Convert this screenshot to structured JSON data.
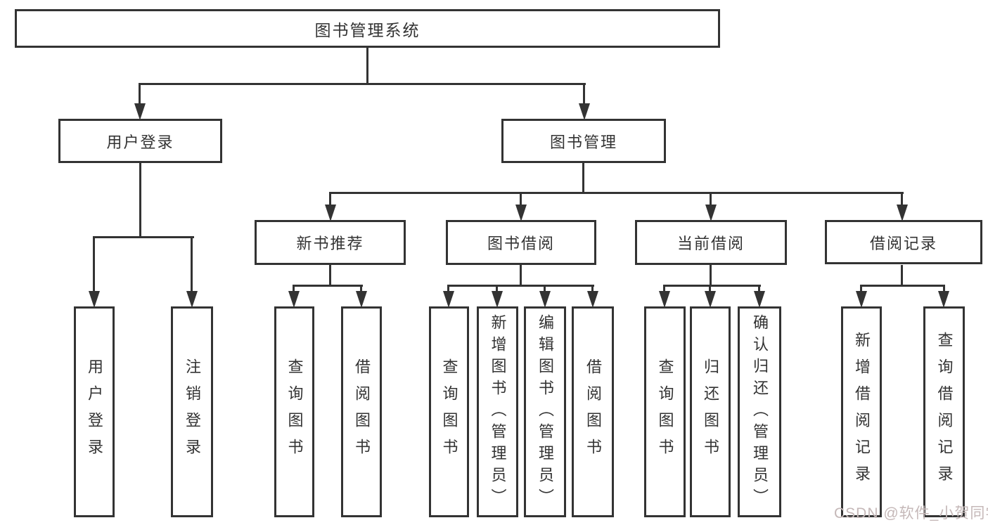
{
  "nodes": {
    "root": "图书管理系统",
    "user_login": "用户登录",
    "book_mgmt": "图书管理",
    "new_book_rec": "新书推荐",
    "book_borrow": "图书借阅",
    "current_borrow": "当前借阅",
    "borrow_records": "借阅记录",
    "leaf_user_login": "用户登录",
    "leaf_logout": "注销登录",
    "rec_query_book": "查询图书",
    "rec_borrow_book": "借阅图书",
    "bb_query_book": "查询图书",
    "bb_add_book": "新增图书（管理员）",
    "bb_edit_book": "编辑图书（管理员）",
    "bb_borrow_book": "借阅图书",
    "cb_query_book": "查询图书",
    "cb_return_book": "归还图书",
    "cb_confirm_return": "确认归还（管理员）",
    "br_add_record": "新增借阅记录",
    "br_query_record": "查询借阅记录"
  },
  "watermark": "CSDN @软件_小贺同学",
  "colors": {
    "line": "#333333",
    "text": "#333333",
    "background": "#ffffff",
    "watermark": "#c5b8b8"
  }
}
